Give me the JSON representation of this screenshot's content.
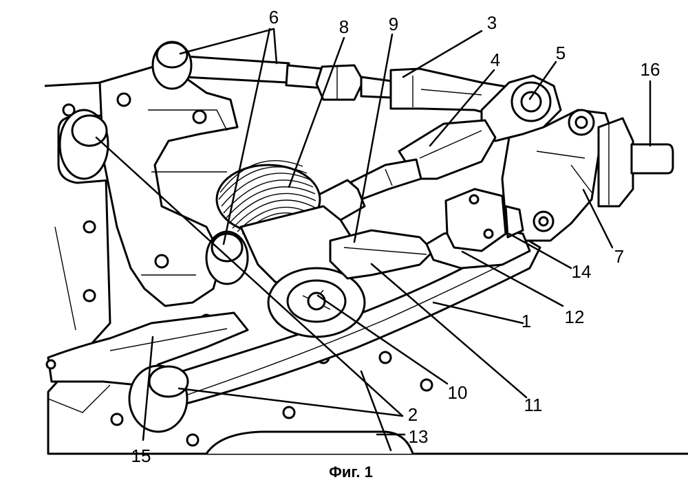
{
  "figure": {
    "caption": "Фиг. 1"
  },
  "callouts": [
    {
      "id": "1",
      "text": "1"
    },
    {
      "id": "2",
      "text": "2"
    },
    {
      "id": "3",
      "text": "3"
    },
    {
      "id": "4",
      "text": "4"
    },
    {
      "id": "5",
      "text": "5"
    },
    {
      "id": "6",
      "text": "6"
    },
    {
      "id": "7",
      "text": "7"
    },
    {
      "id": "8",
      "text": "8"
    },
    {
      "id": "9",
      "text": "9"
    },
    {
      "id": "10",
      "text": "10"
    },
    {
      "id": "11",
      "text": "11"
    },
    {
      "id": "12",
      "text": "12"
    },
    {
      "id": "13",
      "text": "13"
    },
    {
      "id": "14",
      "text": "14"
    },
    {
      "id": "15",
      "text": "15"
    },
    {
      "id": "16",
      "text": "16"
    }
  ],
  "colors": {
    "ink": "#000000",
    "paper": "#ffffff"
  }
}
